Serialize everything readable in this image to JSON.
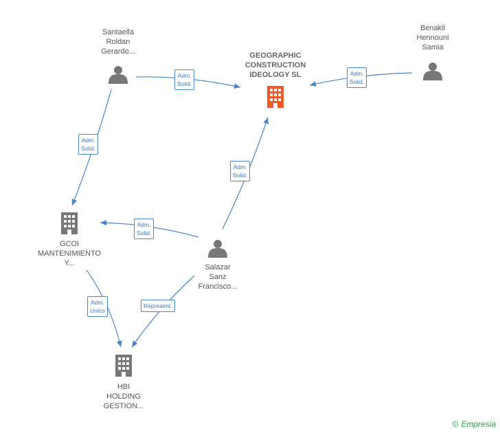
{
  "colors": {
    "edge": "#4a86c8",
    "person": "#777777",
    "company": "#777777",
    "focus_company": "#f05a28",
    "brand": "#2ba04a"
  },
  "nodes": {
    "geographic": {
      "label": "GEOGRAPHIC\nCONSTRUCTION\nIDEOLOGY SL",
      "icon": "building-icon"
    },
    "santaella": {
      "label": "Santaella\nRoldan\nGerardo...",
      "icon": "person-icon"
    },
    "benakil": {
      "label": "Benakil\nHennouni\nSamia",
      "icon": "person-icon"
    },
    "gcoi": {
      "label": "GCOI\nMANTENIMIENTO\nY...",
      "icon": "building-icon"
    },
    "salazar": {
      "label": "Salazar\nSanz\nFrancisco...",
      "icon": "person-icon"
    },
    "hbi": {
      "label": "HBI\nHOLDING\nGESTION...",
      "icon": "building-icon"
    }
  },
  "edges": [
    {
      "from": "santaella",
      "to": "geographic",
      "label": "Adm.\nSolid."
    },
    {
      "from": "benakil",
      "to": "geographic",
      "label": "Adm.\nSolid."
    },
    {
      "from": "santaella",
      "to": "gcoi",
      "label": "Adm.\nSolid."
    },
    {
      "from": "salazar",
      "to": "geographic",
      "label": "Adm.\nSolid."
    },
    {
      "from": "salazar",
      "to": "gcoi",
      "label": "Adm.\nSolid."
    },
    {
      "from": "gcoi",
      "to": "hbi",
      "label": "Adm.\nUnico"
    },
    {
      "from": "salazar",
      "to": "hbi",
      "label": "Represent."
    }
  ],
  "footer": {
    "copyright_symbol": "©",
    "brand": "Empresia"
  }
}
